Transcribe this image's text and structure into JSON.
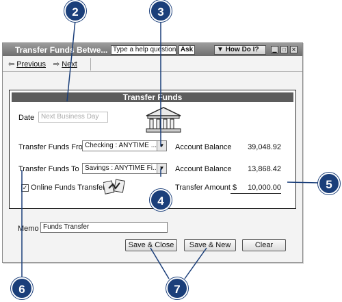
{
  "window": {
    "title": "Transfer Funds Betwe...",
    "help_placeholder": "Type a help question",
    "ask_label": "Ask",
    "how_do_i_label": "How Do I?"
  },
  "toolbar": {
    "previous_label": "Previous",
    "next_label": "Next"
  },
  "form": {
    "header": "Transfer Funds",
    "date_label": "Date",
    "date_value": "Next Business Day",
    "from_label": "Transfer Funds From",
    "from_value": "Checking : ANYTIME ...",
    "to_label": "Transfer Funds To",
    "to_value": "Savings : ANYTIME Fi...",
    "from_balance_label": "Account Balance",
    "from_balance_value": "39,048.92",
    "to_balance_label": "Account Balance",
    "to_balance_value": "13,868.42",
    "amount_label": "Transfer Amount $",
    "amount_value": "10,000.00",
    "online_label": "Online Funds Transfer",
    "online_checked": true
  },
  "memo": {
    "label": "Memo",
    "value": "Funds Transfer"
  },
  "buttons": {
    "save_close": "Save & Close",
    "save_new": "Save & New",
    "clear": "Clear"
  },
  "callouts": [
    "2",
    "3",
    "4",
    "5",
    "6",
    "7"
  ],
  "colors": {
    "callout": "#1b3f7a",
    "titlebar": "#7d7d7d",
    "panel_header": "#5c5c5c"
  }
}
